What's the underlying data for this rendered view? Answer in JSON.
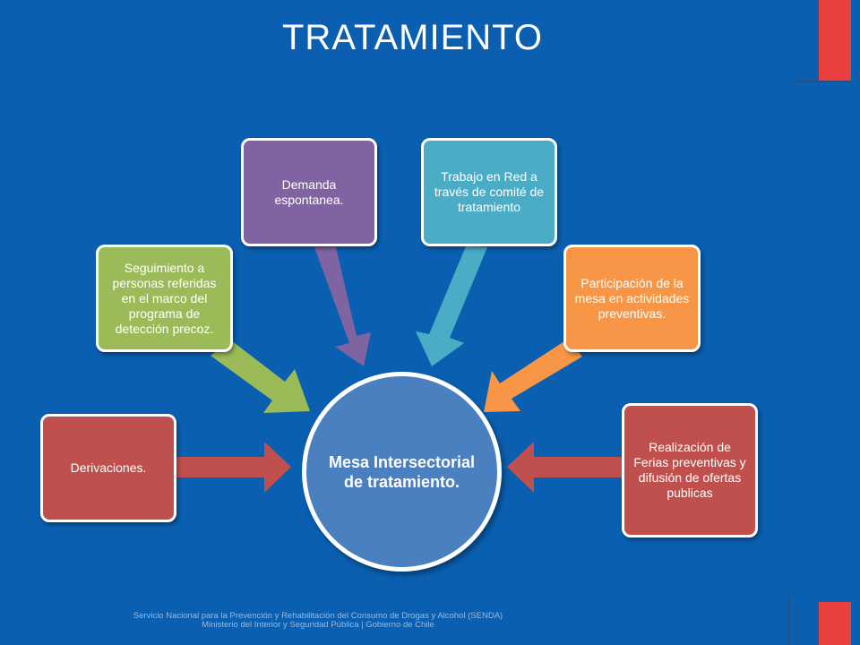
{
  "title": "TRATAMIENTO",
  "center_node": "Mesa Intersectorial de tratamiento.",
  "nodes": [
    {
      "id": "derivaciones",
      "label": "Derivaciones.",
      "color": "#c0504d"
    },
    {
      "id": "seguimiento",
      "label": "Seguimiento a personas referidas en el marco del programa de detección precoz.",
      "color": "#9bbb59"
    },
    {
      "id": "demanda",
      "label": "Demanda espontanea.",
      "color": "#8064a2"
    },
    {
      "id": "trabajo-red",
      "label": "Trabajo en Red a través de comité de tratamiento",
      "color": "#4bacc6"
    },
    {
      "id": "participacion",
      "label": "Participación de la mesa en actividades preventivas.",
      "color": "#f79646"
    },
    {
      "id": "ferias",
      "label": "Realización de Ferias preventivas y difusión de ofertas publicas",
      "color": "#c0504d"
    }
  ],
  "footer": {
    "line1": "Servicio Nacional para la Prevención y Rehabilitación del Consumo de Drogas y Alcohol (SENDA)",
    "line2": "Ministerio del Interior y Seguridad Pública | Gobierno de Chile"
  },
  "colors": {
    "background": "#0a5fb0",
    "center": "#4a7fc0",
    "accent": "#e8403e"
  }
}
